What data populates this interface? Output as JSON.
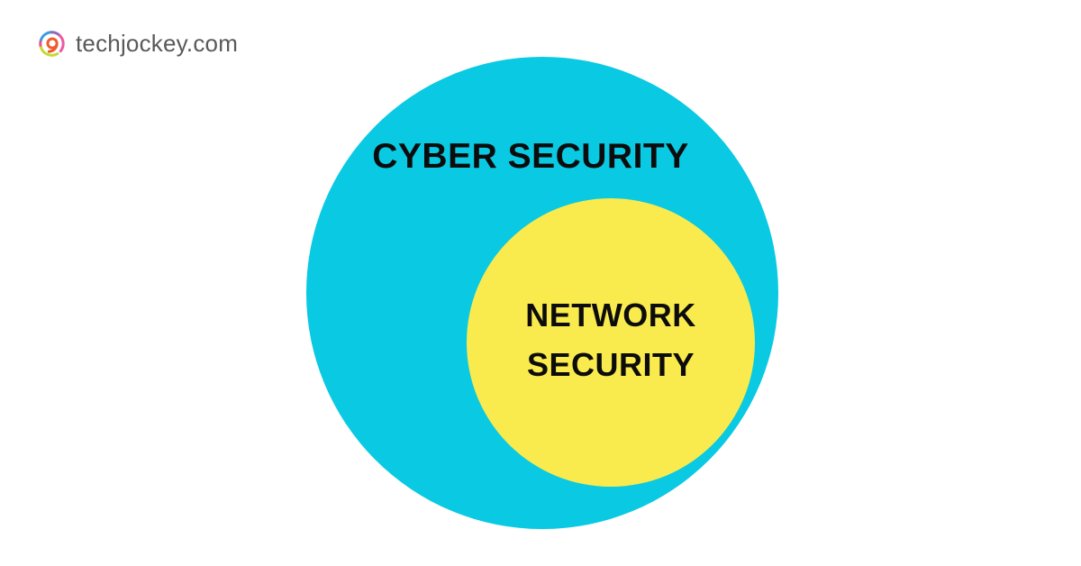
{
  "page": {
    "background": "#ffffff"
  },
  "brand": {
    "name": "techjockey.com",
    "text_color": "#58595B",
    "icon": {
      "name": "techjockey-swirl-icon",
      "colors": {
        "magenta": "#E94F8F",
        "blue": "#3B9BE0",
        "purple": "#8F6BB5",
        "pink": "#EC5BA1",
        "lime": "#C6DB35",
        "orange": "#EF5B2E"
      }
    }
  },
  "diagram": {
    "type": "euler-subset",
    "relationship": "NETWORK SECURITY is a subset of CYBER SECURITY",
    "outer": {
      "label": "CYBER SECURITY",
      "fill": "#0AC9E3",
      "text_color": "#0C0C0C"
    },
    "inner": {
      "label": "NETWORK SECURITY",
      "line1": "NETWORK",
      "line2": "SECURITY",
      "fill": "#F9EB4D",
      "text_color": "#0C0C0C"
    }
  }
}
